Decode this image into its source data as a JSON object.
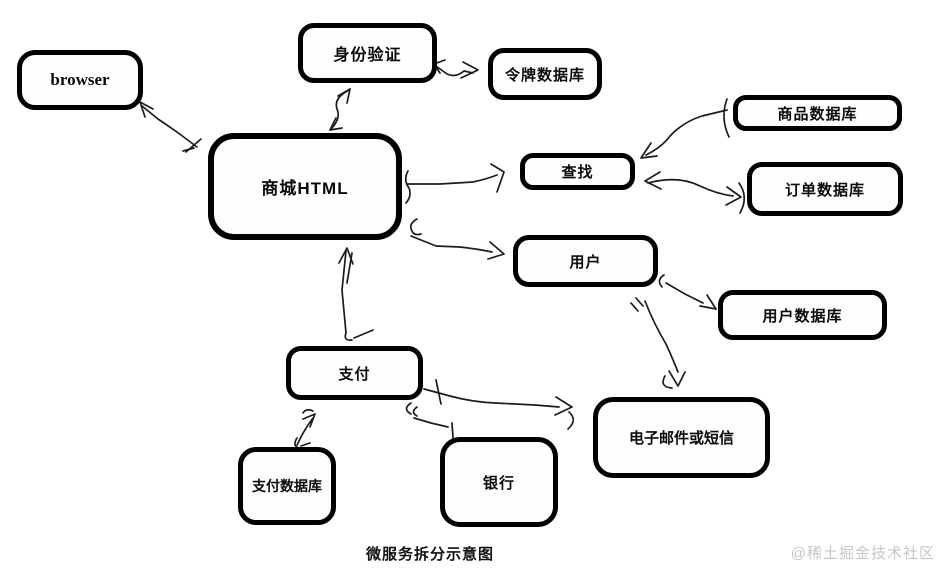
{
  "diagram": {
    "caption": "微服务拆分示意图",
    "watermark": "@稀土掘金技术社区",
    "nodes": {
      "browser": "browser",
      "auth": "身份验证",
      "token_db": "令牌数据库",
      "mall": "商城HTML",
      "search": "查找",
      "product_db": "商品数据库",
      "order_db": "订单数据库",
      "user": "用户",
      "user_db": "用户数据库",
      "payment": "支付",
      "payment_db": "支付数据库",
      "bank": "银行",
      "email_sms": "电子邮件或短信"
    },
    "edges": [
      {
        "from": "browser",
        "to": "商城HTML",
        "arrow": "bidirectional"
      },
      {
        "from": "商城HTML",
        "to": "身份验证",
        "arrow": "bidirectional"
      },
      {
        "from": "身份验证",
        "to": "令牌数据库",
        "arrow": "bidirectional"
      },
      {
        "from": "商城HTML",
        "to": "查找",
        "arrow": "bidirectional"
      },
      {
        "from": "商城HTML",
        "to": "用户",
        "arrow": "single"
      },
      {
        "from": "查找",
        "to": "商品数据库",
        "arrow": "bidirectional"
      },
      {
        "from": "查找",
        "to": "订单数据库",
        "arrow": "bidirectional"
      },
      {
        "from": "用户",
        "to": "用户数据库",
        "arrow": "single"
      },
      {
        "from": "用户",
        "to": "电子邮件或短信",
        "arrow": "single"
      },
      {
        "from": "支付",
        "to": "商城HTML",
        "arrow": "single"
      },
      {
        "from": "支付",
        "to": "支付数据库",
        "arrow": "bidirectional"
      },
      {
        "from": "支付",
        "to": "银行",
        "arrow": "single"
      },
      {
        "from": "支付",
        "to": "电子邮件或短信",
        "arrow": "single"
      }
    ],
    "colors": {
      "background": "#ffffff",
      "box_border": "#000000",
      "arrow_stroke": "#1c1c1c",
      "text": "#0a0a0a",
      "watermark": "#c6c6c6"
    }
  }
}
